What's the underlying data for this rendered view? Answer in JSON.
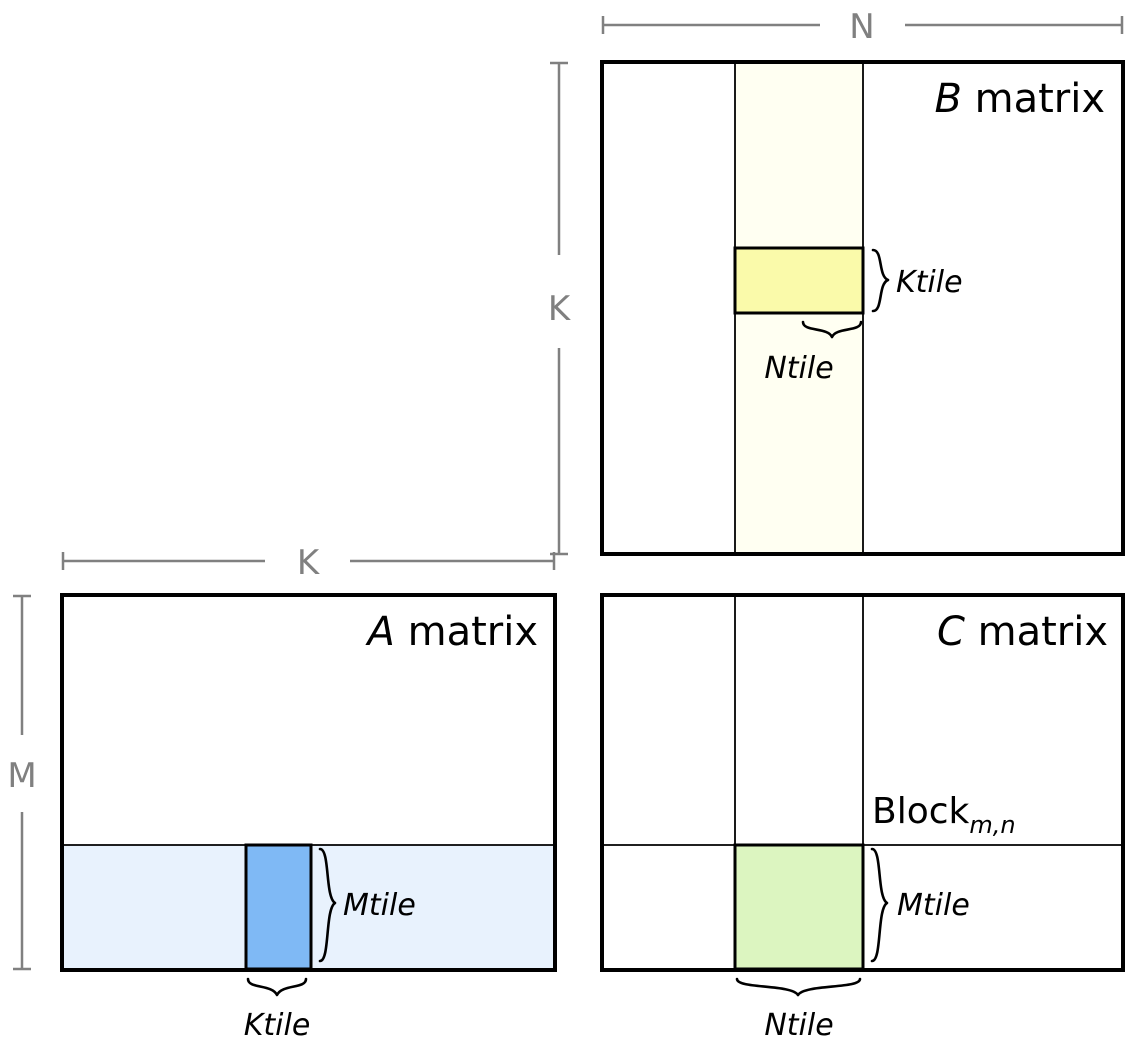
{
  "diagram": {
    "title_b": {
      "symbol": "B",
      "word": " matrix"
    },
    "title_a": {
      "symbol": "A",
      "word": " matrix"
    },
    "title_c": {
      "symbol": "C",
      "word": " matrix"
    },
    "block_label": {
      "base": "Block",
      "subscript": "m,n"
    },
    "dimensions": {
      "n": "N",
      "k_vertical": "K",
      "k_horizontal": "K",
      "m": "M"
    },
    "tiles": {
      "b_ktile": "Ktile",
      "b_ntile": "Ntile",
      "a_mtile": "Mtile",
      "a_ktile": "Ktile",
      "c_mtile": "Mtile",
      "c_ntile": "Ntile"
    },
    "colors": {
      "b_column_strip": "#FFFFF2",
      "b_tile_yellow": "#FAFAAA",
      "a_row_strip": "#E8F2FD",
      "a_tile_blue": "#7FB9F5",
      "c_tile_green": "#DCF5C0",
      "outline": "#000000",
      "dimension_gray": "#808080",
      "background": "#FFFFFF"
    },
    "icons": {
      "brace_right": "right-curly-brace-icon",
      "brace_down": "down-curly-brace-icon",
      "dimension_bracket": "dimension-bracket-icon"
    }
  }
}
